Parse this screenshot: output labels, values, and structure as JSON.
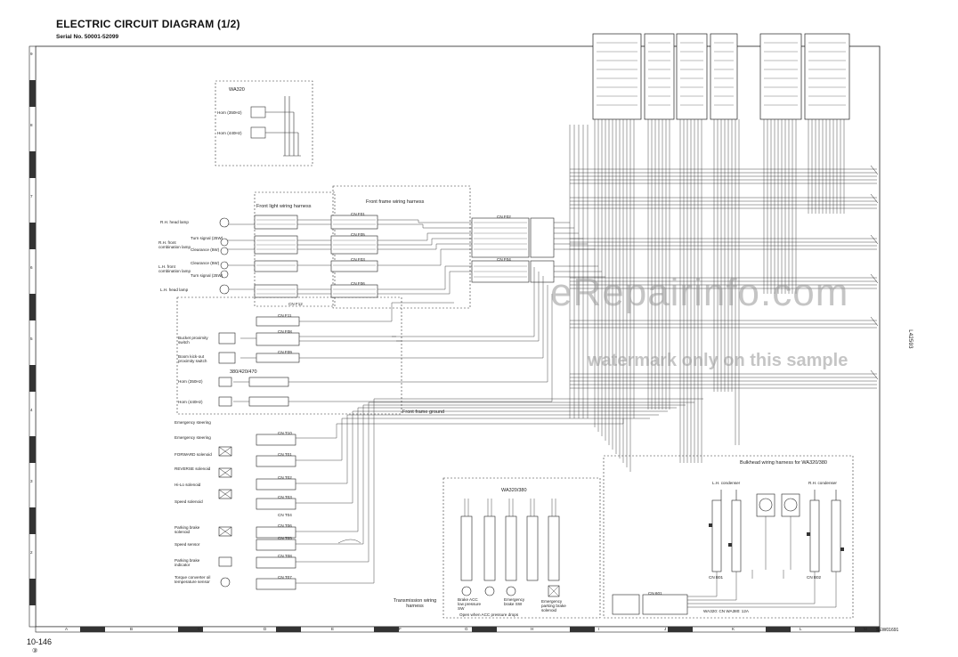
{
  "header": {
    "title": "ELECTRIC CIRCUIT DIAGRAM (1/2)",
    "serial": "Serial No. 50001-52099"
  },
  "footer": {
    "page_number": "10-146",
    "circle_mark": "③",
    "drawing_code": "SEW01691"
  },
  "side_code": "L42503",
  "watermark": {
    "main": "eRepairinfo.com",
    "note": "watermark only on this sample"
  },
  "border": {
    "columns": [
      "A",
      "B",
      "C",
      "D",
      "E",
      "F",
      "G",
      "H",
      "I",
      "J",
      "K",
      "L",
      "M"
    ],
    "rows": [
      "9",
      "8",
      "7",
      "6",
      "5",
      "4",
      "3",
      "2"
    ]
  },
  "boxes": {
    "va320_top": "WA320",
    "front_light": "Front light wiring harness",
    "front_frame": "Front frame wiring harness",
    "horn_variant": "380/420/470",
    "front_ground": "Front frame ground",
    "wa320_380": "WA320/380",
    "transmission": "Transmission wiring harness",
    "bulkhead": "Bulkhead wiring harness for WA320/380",
    "open_note": "Open when ACC pressure drops",
    "bottom_note": "WA320: CN WA380: 12A"
  },
  "components": [
    {
      "label": "Horn (350Hz)"
    },
    {
      "label": "Horn (440Hz)"
    },
    {
      "label": "R.H. head lamp"
    },
    {
      "label": "Turn signal (25W)"
    },
    {
      "label": "R.H. front combination lamp"
    },
    {
      "label": "Clearance (5W)"
    },
    {
      "label": "Clearance (5W)"
    },
    {
      "label": "L.H. front combination lamp"
    },
    {
      "label": "Turn signal (25W)"
    },
    {
      "label": "L.H. head lamp"
    },
    {
      "label": "Bucket proximity switch"
    },
    {
      "label": "Boom kick-out proximity switch"
    },
    {
      "label": "Horn (350Hz)"
    },
    {
      "label": "Horn (440Hz)"
    },
    {
      "label": "Emergency steering"
    },
    {
      "label": "Emergency steering"
    },
    {
      "label": "FORWARD solenoid"
    },
    {
      "label": "REVERSE solenoid"
    },
    {
      "label": "Hi-Lo solenoid"
    },
    {
      "label": "Speed solenoid"
    },
    {
      "label": "Parking brake solenoid"
    },
    {
      "label": "Speed sensor"
    },
    {
      "label": "Parking brake indicator"
    },
    {
      "label": "Torque converter oil temperature sensor"
    },
    {
      "label": "Brake ACC low pressure SW"
    },
    {
      "label": "Emergency brake SW"
    },
    {
      "label": "Emergency parking brake solenoid"
    },
    {
      "label": "L.H. condenser"
    },
    {
      "label": "R.H. condenser"
    }
  ],
  "connectors": [
    "CN F01",
    "CN F02",
    "CN F03",
    "CN F04",
    "CN F05",
    "CN F06",
    "CN F11",
    "CN F12",
    "CN F08",
    "CN F09",
    "CN T10",
    "CN T01",
    "CN T02",
    "CN T03",
    "CN T04",
    "CN T06",
    "CN T05",
    "CN T08",
    "CN T07",
    "CN 601",
    "CN B01",
    "CN B02"
  ]
}
